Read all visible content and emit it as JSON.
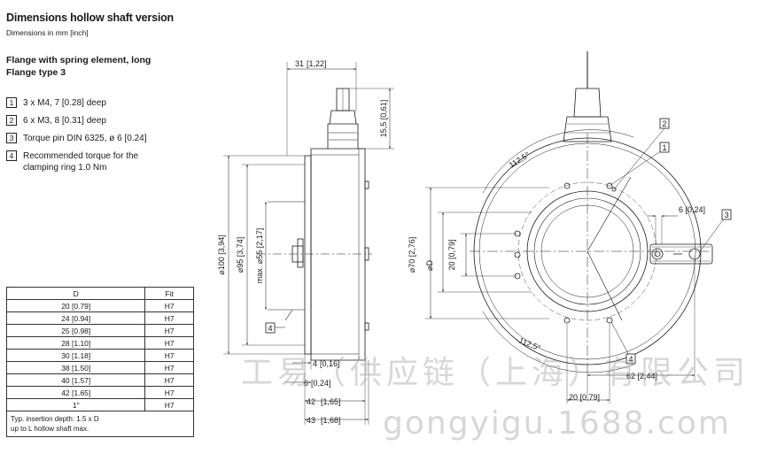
{
  "header": {
    "title": "Dimensions hollow shaft version",
    "subtitle": "Dimensions in mm [inch]",
    "flange_line1": "Flange with spring element, long",
    "flange_line2": "Flange type 3"
  },
  "notes": [
    {
      "num": "1",
      "text": "3 x M4, 7 [0.28] deep"
    },
    {
      "num": "2",
      "text": "6 x M3, 8 [0.31] deep"
    },
    {
      "num": "3",
      "text": "Torque pin DIN 6325, ø 6 [0.24]"
    },
    {
      "num": "4",
      "text": "Recommended torque for the clamping ring 1.0 Nm"
    }
  ],
  "fit_table": {
    "headers": [
      "D",
      "Fit"
    ],
    "rows": [
      [
        "20 [0.79]",
        "H7"
      ],
      [
        "24 [0.94]",
        "H7"
      ],
      [
        "25 [0.98]",
        "H7"
      ],
      [
        "28 [1.10]",
        "H7"
      ],
      [
        "30 [1.18]",
        "H7"
      ],
      [
        "38 [1.50]",
        "H7"
      ],
      [
        "40 [1.57]",
        "H7"
      ],
      [
        "42 [1.65]",
        "H7"
      ],
      [
        "1\"",
        "H7"
      ]
    ],
    "footnote_line1": "Typ. insertion depth: 1.5 x D",
    "footnote_line2": "up to L hollow shaft max."
  },
  "side_view": {
    "dim_31": "31",
    "dim_31_in": "[1,22]",
    "dim_15_5": "15,5 [0,61]",
    "dim_d100": "⌀100 [3,94]",
    "dim_d95": "⌀95 [3,74]",
    "dim_d55": "max. ⌀55 [2,17]",
    "dim_4": "4",
    "dim_4_in": "[0,16]",
    "dim_6": "6",
    "dim_6_in": "[0,24]",
    "dim_42": "42",
    "dim_42_in": "[1,65]",
    "dim_43": "43",
    "dim_43_in": "[1,68]",
    "callout_4": "4"
  },
  "front_view": {
    "angle_top": "112,5°",
    "angle_bottom": "112,5°",
    "dim_d70": "⌀70 [2,76]",
    "dim_D": "⌀D",
    "dim_20_left": "20 [0,79]",
    "dim_6_pin": "6 [0,24]",
    "dim_62": "62 [2,44]",
    "dim_20_bottom": "20 [0,79]",
    "callout_1": "1",
    "callout_2": "2",
    "callout_3": "3"
  },
  "watermark": {
    "line1": "工易（供应链（上海）有限公司",
    "line2": "gongyigu.1688.com"
  }
}
